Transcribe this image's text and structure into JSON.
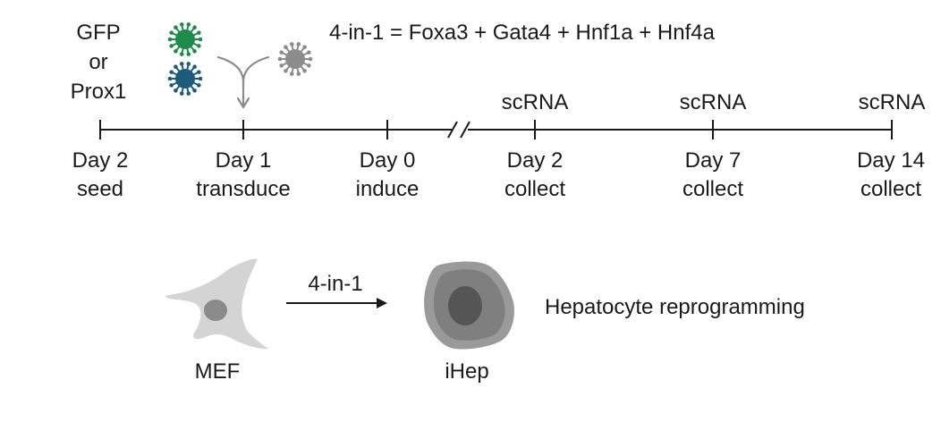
{
  "formula": "4-in-1 = Foxa3 + Gata4 + Hnf1a + Hnf4a",
  "constructs": [
    "GFP",
    "or",
    "Prox1"
  ],
  "timeline": {
    "events": [
      {
        "day": "Day 2",
        "action": "seed"
      },
      {
        "day": "Day 1",
        "action": "transduce"
      },
      {
        "day": "Day 0",
        "action": "induce"
      },
      {
        "day": "Day 2",
        "action": "collect",
        "sample": "scRNA"
      },
      {
        "day": "Day 7",
        "action": "collect",
        "sample": "scRNA"
      },
      {
        "day": "Day 14",
        "action": "collect",
        "sample": "scRNA"
      }
    ]
  },
  "conversion": {
    "start_cell": "MEF",
    "arrow_label": "4-in-1",
    "end_cell": "iHep",
    "process": "Hepatocyte reprogramming"
  },
  "colors": {
    "virus_gfp_prox1": "#1e8a4c",
    "virus_4in1": "#1d5a7c",
    "virus_combined": "#8c8c8c",
    "mef_cell": "#d4d4d4",
    "mef_nucleus": "#8a8a8a",
    "ihep_outer": "#9a9a9a",
    "ihep_inner": "#7f7f7f",
    "ihep_nucleus": "#555555",
    "line": "#1a1a1a"
  },
  "icons": [
    "virus-icon-green",
    "virus-icon-blue",
    "virus-icon-gray",
    "merge-arrow-icon",
    "axis-break-icon",
    "mef-cell-icon",
    "ihep-cell-icon"
  ]
}
